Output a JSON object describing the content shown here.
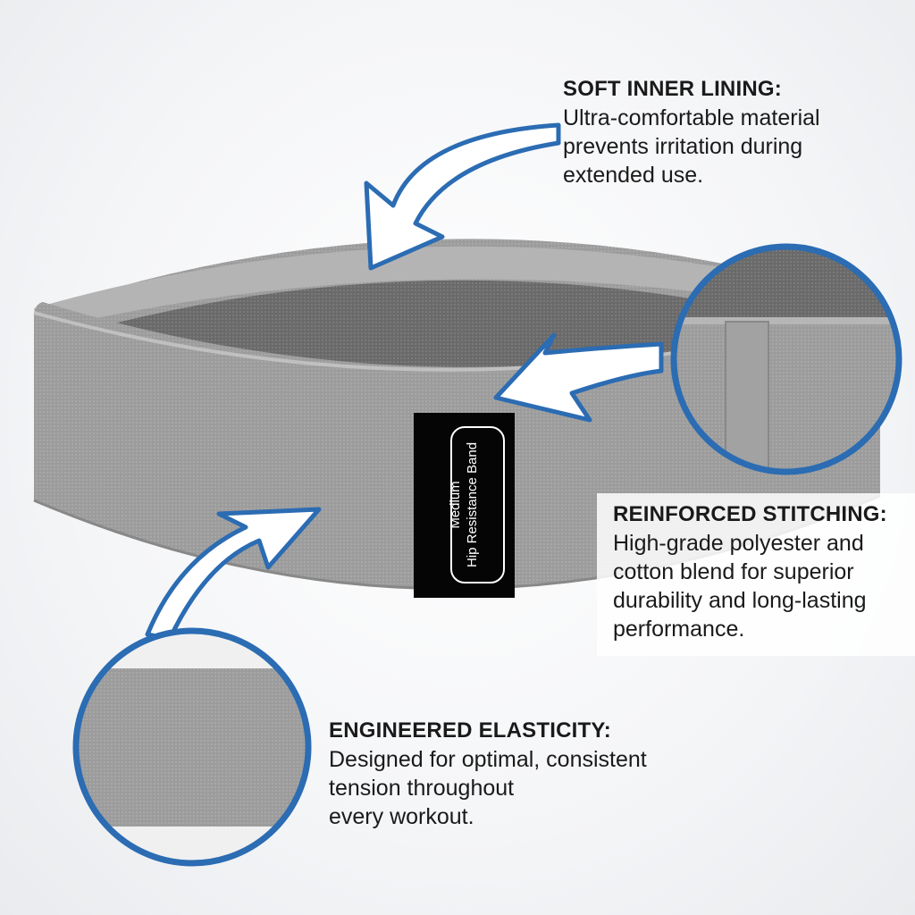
{
  "product_label": {
    "line1": "Medium",
    "line2": "Hip Resistance Band"
  },
  "callouts": {
    "soft_lining": {
      "title": "SOFT INNER LINING:",
      "lines": [
        "Ultra-comfortable material",
        "prevents irritation during",
        "extended use."
      ]
    },
    "stitching": {
      "title": "REINFORCED STITCHING:",
      "lines": [
        "High-grade polyester and",
        "cotton blend for superior",
        "durability and long-lasting",
        "performance."
      ]
    },
    "elasticity": {
      "title": "ENGINEERED ELASTICITY:",
      "lines": [
        "Designed for optimal, consistent",
        "tension throughout",
        "every workout."
      ]
    }
  },
  "colors": {
    "accent_blue": "#2b6cb3",
    "band_gray": "#9a9a9a",
    "inner_gray": "#6e6e6e"
  }
}
